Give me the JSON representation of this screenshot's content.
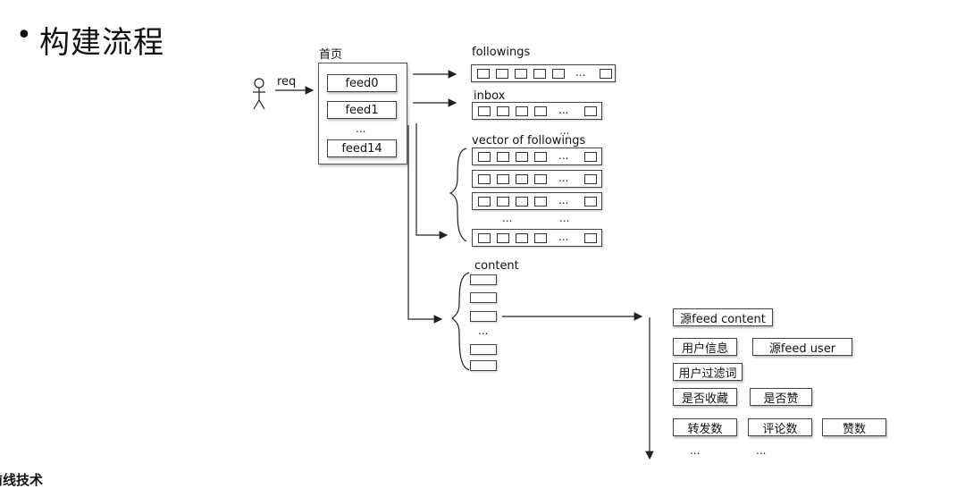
{
  "slide": {
    "bullet": "•",
    "title": "构建流程",
    "bottom_fragment": "前线技术"
  },
  "homepage": {
    "label": "首页",
    "req_label": "req",
    "feeds": [
      "feed0",
      "feed1",
      "feed14"
    ],
    "ellipsis": "..."
  },
  "followings": {
    "label": "followings",
    "ellipsis": "..."
  },
  "inbox": {
    "label": "inbox",
    "ellipsis": "...",
    "below_ellipsis": "..."
  },
  "vector": {
    "label": "vector of followings",
    "ellipsis": "...",
    "between_left": "...",
    "between_right": "..."
  },
  "content": {
    "label": "content",
    "ellipsis": "..."
  },
  "details": {
    "rows": [
      [
        "源feed content"
      ],
      [
        "用户信息",
        "源feed user"
      ],
      [
        "用户过滤词"
      ],
      [
        "是否收藏",
        "是否赞"
      ],
      [
        "转发数",
        "评论数",
        "赞数"
      ]
    ],
    "footer_left": "...",
    "footer_right": "..."
  }
}
